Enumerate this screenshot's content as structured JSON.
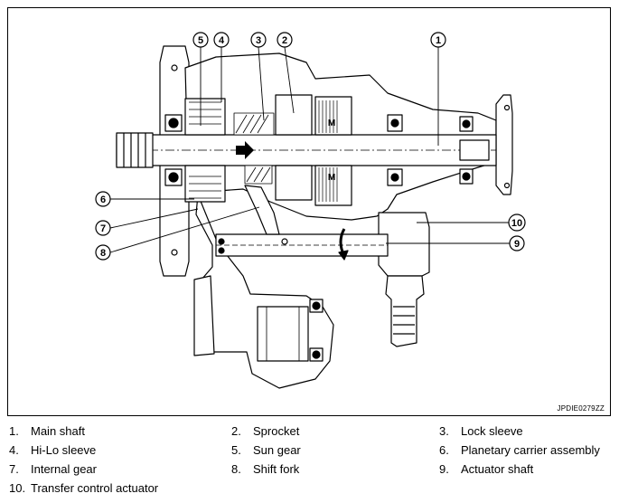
{
  "figure_code": "JPDIE0279ZZ",
  "callouts": {
    "c1": "1",
    "c2": "2",
    "c3": "3",
    "c4": "4",
    "c5": "5",
    "c6": "6",
    "c7": "7",
    "c8": "8",
    "c9": "9",
    "c10": "10"
  },
  "gear_marks": {
    "upper": "M",
    "lower": "M"
  },
  "legend": [
    {
      "num": "1.",
      "label": "Main shaft"
    },
    {
      "num": "2.",
      "label": "Sprocket"
    },
    {
      "num": "3.",
      "label": "Lock sleeve"
    },
    {
      "num": "4.",
      "label": "Hi-Lo sleeve"
    },
    {
      "num": "5.",
      "label": "Sun gear"
    },
    {
      "num": "6.",
      "label": "Planetary carrier assembly"
    },
    {
      "num": "7.",
      "label": "Internal gear"
    },
    {
      "num": "8.",
      "label": "Shift fork"
    },
    {
      "num": "9.",
      "label": "Actuator shaft"
    },
    {
      "num": "10.",
      "label": "Transfer control actuator"
    }
  ]
}
